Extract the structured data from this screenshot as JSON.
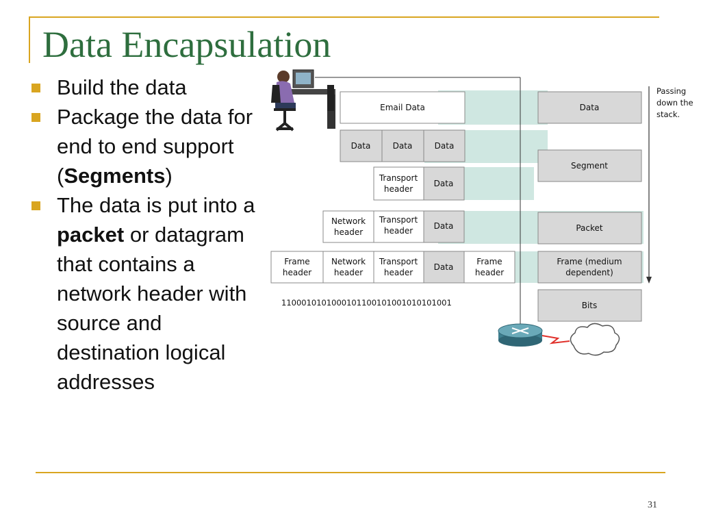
{
  "slide": {
    "title": "Data Encapsulation",
    "page_number": "31",
    "bullets": [
      {
        "parts": [
          {
            "text": "Build the data",
            "bold": false
          }
        ]
      },
      {
        "parts": [
          {
            "text": "Package the data for end to end support (",
            "bold": false
          },
          {
            "text": "Segments",
            "bold": true
          },
          {
            "text": ")",
            "bold": false
          }
        ]
      },
      {
        "parts": [
          {
            "text": "The data is put into a ",
            "bold": false
          },
          {
            "text": "packet",
            "bold": true
          },
          {
            "text": " or datagram that contains a network header with source and destination logical addresses",
            "bold": false
          }
        ]
      }
    ]
  },
  "diagram": {
    "row_email": [
      "Email Data"
    ],
    "row_data": [
      "Data",
      "Data",
      "Data"
    ],
    "row_segment": [
      "Transport header",
      "Data"
    ],
    "row_packet": [
      "Network header",
      "Transport header",
      "Data"
    ],
    "row_frame": [
      "Frame header",
      "Network header",
      "Transport header",
      "Data",
      "Frame header"
    ],
    "bits": "1100010101000101100101001010101001",
    "stages": [
      "Data",
      "Segment",
      "Packet",
      "Frame (medium dependent)",
      "Bits"
    ],
    "passing_note": "Passing down the stack.",
    "colors": {
      "teal_band": "#cfe7e1",
      "gray_box": "#d8d8d8",
      "accent_gold": "#d9a520",
      "title_green": "#2e6e3e",
      "link_red": "#e0302a"
    }
  }
}
